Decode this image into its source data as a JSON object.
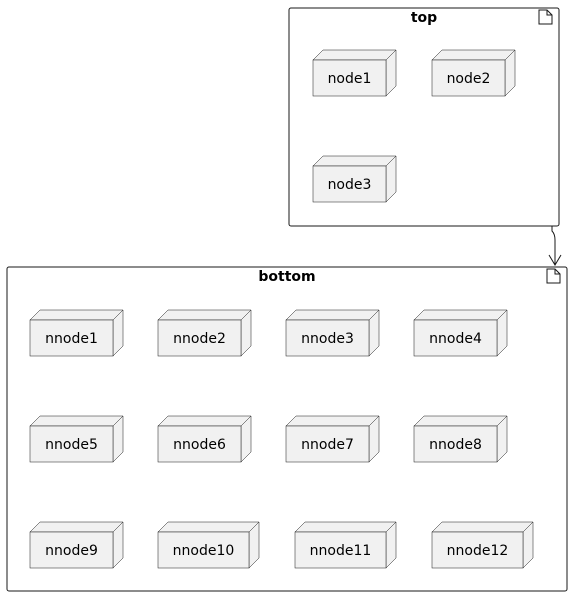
{
  "frames": {
    "top": {
      "title": "top",
      "icon": "document-icon",
      "nodes": [
        "node1",
        "node2",
        "node3"
      ]
    },
    "bottom": {
      "title": "bottom",
      "icon": "document-icon",
      "nodes": [
        "nnode1",
        "nnode2",
        "nnode3",
        "nnode4",
        "nnode5",
        "nnode6",
        "nnode7",
        "nnode8",
        "nnode9",
        "nnode10",
        "nnode11",
        "nnode12"
      ]
    }
  },
  "edges": [
    {
      "from": "top",
      "to": "bottom",
      "style": "solid",
      "arrow": "open"
    }
  ],
  "colors": {
    "stroke": "#181818",
    "node_fill": "#f1f1f1",
    "background": "#ffffff"
  }
}
